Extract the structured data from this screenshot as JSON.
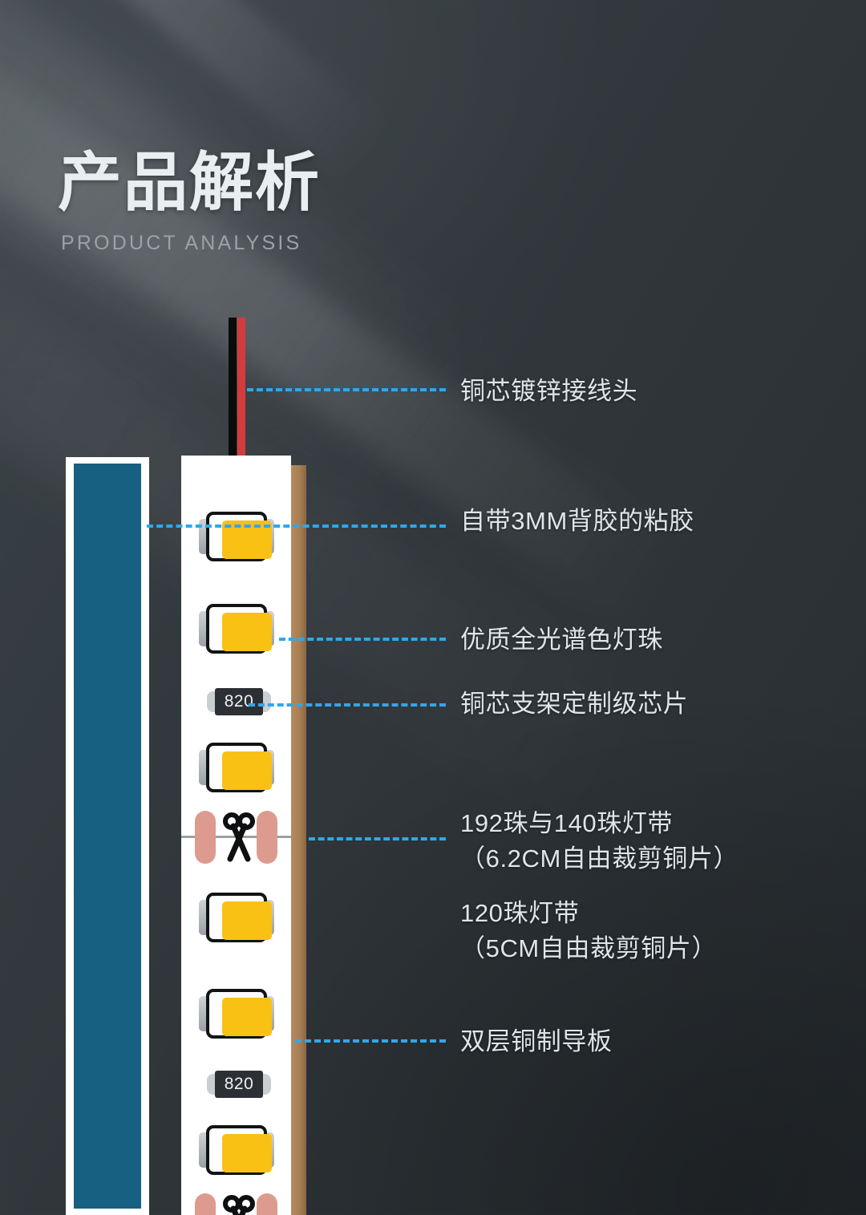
{
  "header": {
    "title": "产品解析",
    "subtitle": "PRODUCT ANALYSIS"
  },
  "colors": {
    "accent_dashed": "#2fa8e8",
    "led_amber": "#f9c114",
    "blue_bar": "#186082",
    "copper": "#a77f55",
    "cut_pad": "#dd9b90",
    "wire_red": "#d33c3c",
    "wire_black": "#0b0b0c",
    "background": "#2f3539",
    "text": "#dfe5e9"
  },
  "product": {
    "strip_color": "#ffffff",
    "components": {
      "resistor_code": "820",
      "led_count_visible": 6,
      "resistor_count_visible": 2,
      "cut_mark_count_visible": 2
    }
  },
  "annotations": [
    {
      "id": "wire-terminal",
      "label": "铜芯镀锌接线头"
    },
    {
      "id": "adhesive-backing",
      "label": "自带3MM背胶的粘胶"
    },
    {
      "id": "led-bead",
      "label": "优质全光谱色灯珠"
    },
    {
      "id": "copper-chip",
      "label": "铜芯支架定制级芯片"
    },
    {
      "id": "cut-spec-192",
      "label": "192珠与140珠灯带\n（6.2CM自由裁剪铜片）"
    },
    {
      "id": "cut-spec-120",
      "label": "120珠灯带\n（5CM自由裁剪铜片）"
    },
    {
      "id": "double-layer",
      "label": "双层铜制导板"
    }
  ]
}
